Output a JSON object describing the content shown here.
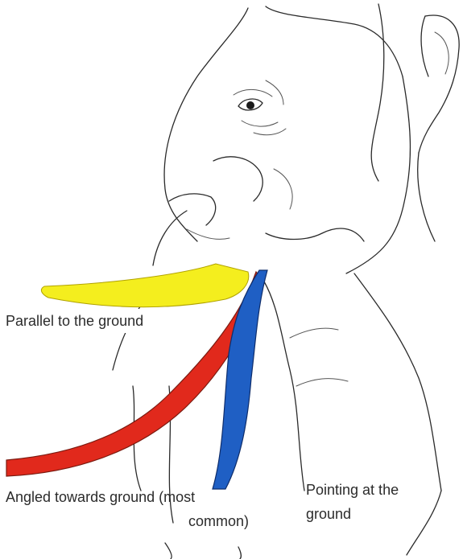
{
  "labels": {
    "parallel": "Parallel to the ground",
    "angled_line1": "Angled towards ground (most",
    "angled_line2": "common)",
    "pointing_line1": "Pointing at the",
    "pointing_line2": "ground"
  },
  "colors": {
    "parallel_tusk": "#f4ee1e",
    "angled_tusk": "#e1291c",
    "pointing_tusk": "#1f5fc4",
    "outline": "#2a2a2a",
    "background": "#ffffff"
  }
}
